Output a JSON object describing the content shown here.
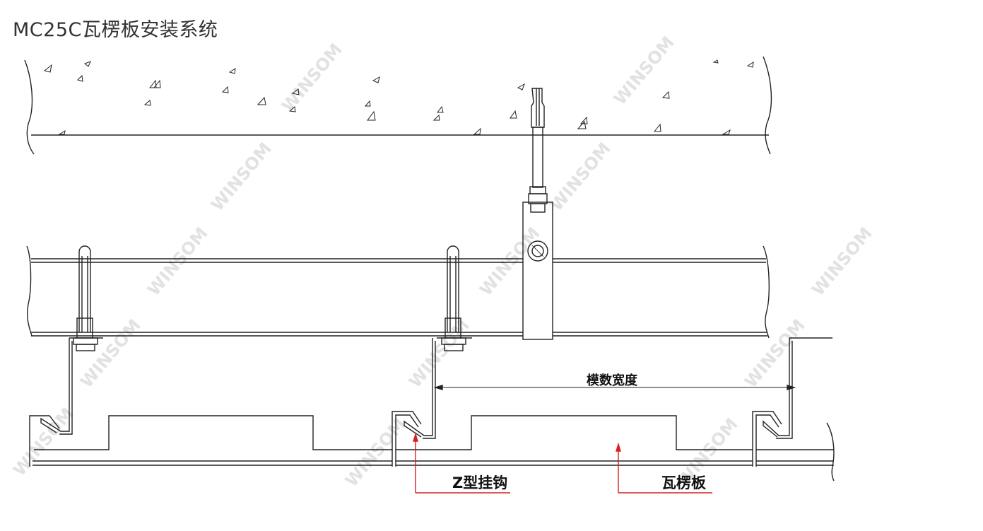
{
  "title": "MC25C瓦楞板安装系统",
  "labels": {
    "module_width": "模数宽度",
    "z_hook": "Z型挂钩",
    "corrugated_panel": "瓦楞板"
  },
  "watermark": "WINSOM",
  "colors": {
    "line": "#222222",
    "leader": "#d62020",
    "watermark": "#e2e2e2",
    "title": "#333333"
  }
}
